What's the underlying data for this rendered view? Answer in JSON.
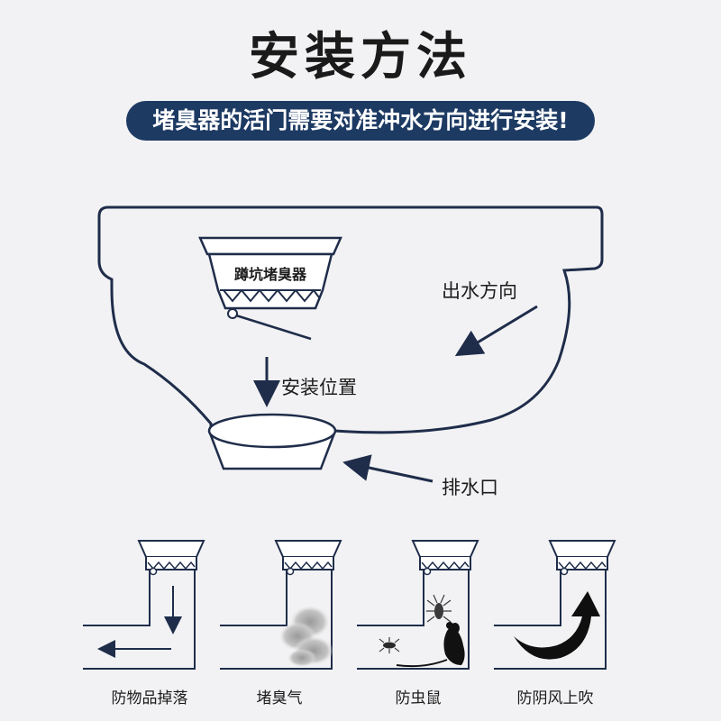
{
  "title": "安装方法",
  "banner": "堵臭器的活门需要对准冲水方向进行安装!",
  "main_diagram": {
    "device_label": "蹲坑堵臭器",
    "install_label": "安装位置",
    "outflow_label": "出水方向",
    "drain_label": "排水口"
  },
  "features": [
    {
      "label": "防物品掉落",
      "icon": "falling-objects-arrows"
    },
    {
      "label": "堵臭气",
      "icon": "odor-cloud"
    },
    {
      "label": "防虫鼠",
      "icon": "cockroach-and-mouse"
    },
    {
      "label": "防阴风上吹",
      "icon": "curved-up-arrow"
    }
  ],
  "colors": {
    "banner": "#1d3a63",
    "line": "#1f2d4a",
    "background": "#f2f2f4"
  }
}
